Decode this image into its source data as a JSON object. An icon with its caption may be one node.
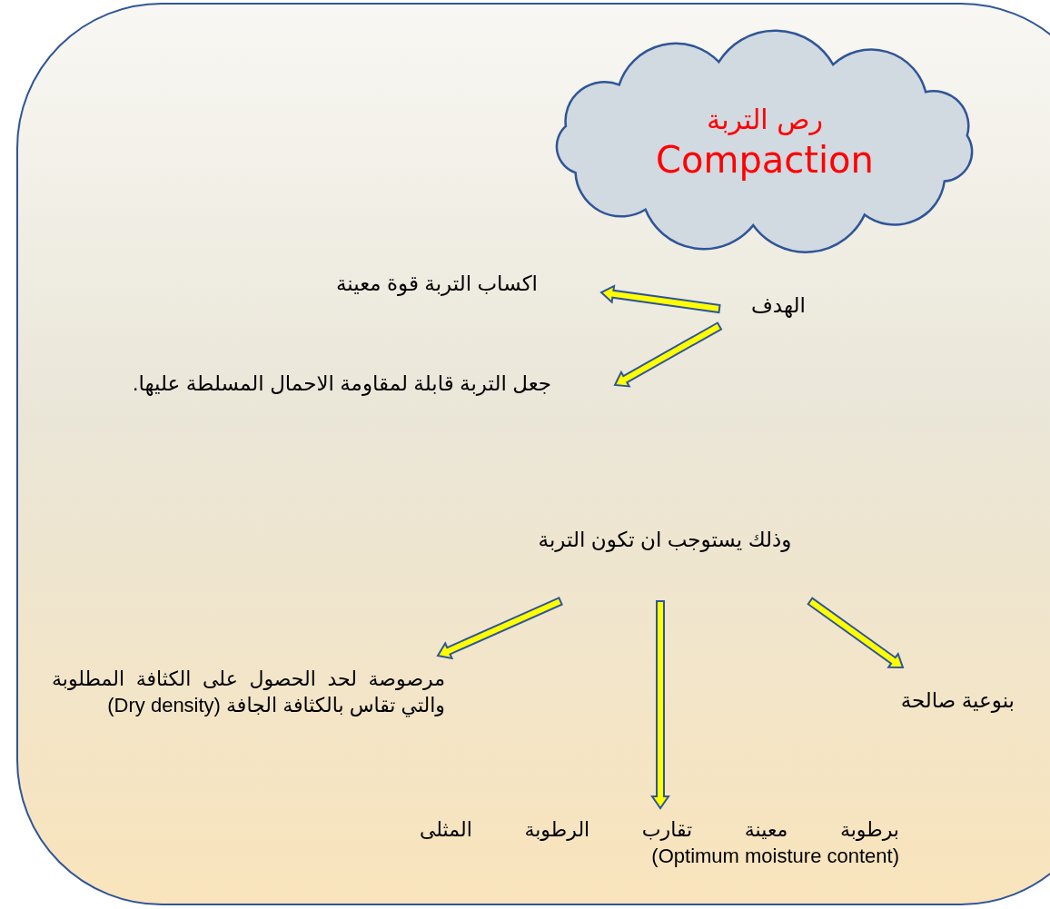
{
  "diagram": {
    "nodes": [
      {
        "text": [],
        "shape": "box"
      },
      {
        "text": [
          "رص التربة",
          "Compaction"
        ],
        "in": 0
      },
      {
        "text": [
          "الهدف"
        ],
        "in": 0
      },
      {
        "text": [
          "اكساب التربة قوة معينة"
        ],
        "in": 0
      },
      {
        "text": [
          "جعل التربة قابلة لمقاومة الاحمال المسلطة عليها."
        ],
        "in": 0
      },
      {
        "text": [
          "وذلك يستوجب ان تكون التربة"
        ],
        "in": 0
      },
      {
        "text": [
          "مرصوصة لحد الحصول على الكثافة المطلوبة والتي تقاس بالكثافة الجافة (Dry density)"
        ],
        "in": 0
      },
      {
        "text": [
          "برطوبة معينة تقارب الرطوبة المثلى (Optimum moisture content)"
        ],
        "in": 0
      },
      {
        "text": [
          "بنوعية صالحة"
        ],
        "in": 0
      }
    ],
    "edges": [
      {
        "from": 2,
        "to": 3,
        "arrow": "to"
      },
      {
        "from": 2,
        "to": 4,
        "arrow": "to"
      },
      {
        "from": 5,
        "to": 6,
        "arrow": "to"
      },
      {
        "from": 5,
        "to": 7,
        "arrow": "to"
      },
      {
        "from": 5,
        "to": 8,
        "arrow": "to"
      }
    ]
  }
}
